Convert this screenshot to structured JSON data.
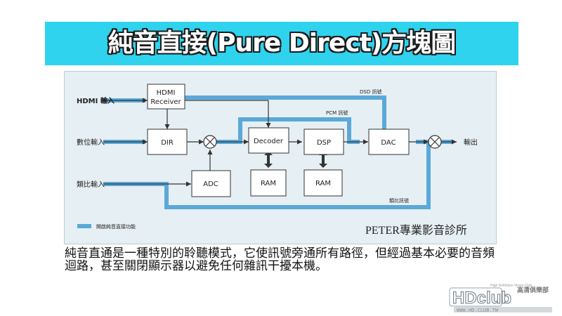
{
  "title": "純音直接(Pure Direct)方塊圖",
  "diagram": {
    "inputs": {
      "hdmi": "HDMI 輸入",
      "digital": "數位輸入",
      "analog": "類比輸入"
    },
    "blocks": {
      "hdmi_receiver": "HDMI Receiver",
      "dir": "DIR",
      "adc": "ADC",
      "decoder": "Decoder",
      "dsp": "DSP",
      "ram1": "RAM",
      "ram2": "RAM",
      "dac": "DAC"
    },
    "signals": {
      "dsd": "DSD 訊號",
      "pcm": "PCM 訊號",
      "analog": "類比訊號"
    },
    "output": "輸出",
    "legend": "開啟純音直接功能",
    "credit": "PETER專業影音診所"
  },
  "caption": "純音直通是一種特別的聆聽模式，它使訊號旁通所有路徑，但經過基本必要的音頻迴路，甚至關閉顯示器以避免任何雜訊干擾本機。",
  "logo": {
    "main": "HDclub",
    "tagline": "High Definition Vision Club",
    "url": "WWW.HD.CLUB.TW",
    "chinese": "高清俱樂部"
  },
  "colors": {
    "title_band": "#2fd3ee",
    "signal_path": "#5aa9d8",
    "block_fill": "#ffffff",
    "diagram_bg": "#e6eff3"
  }
}
